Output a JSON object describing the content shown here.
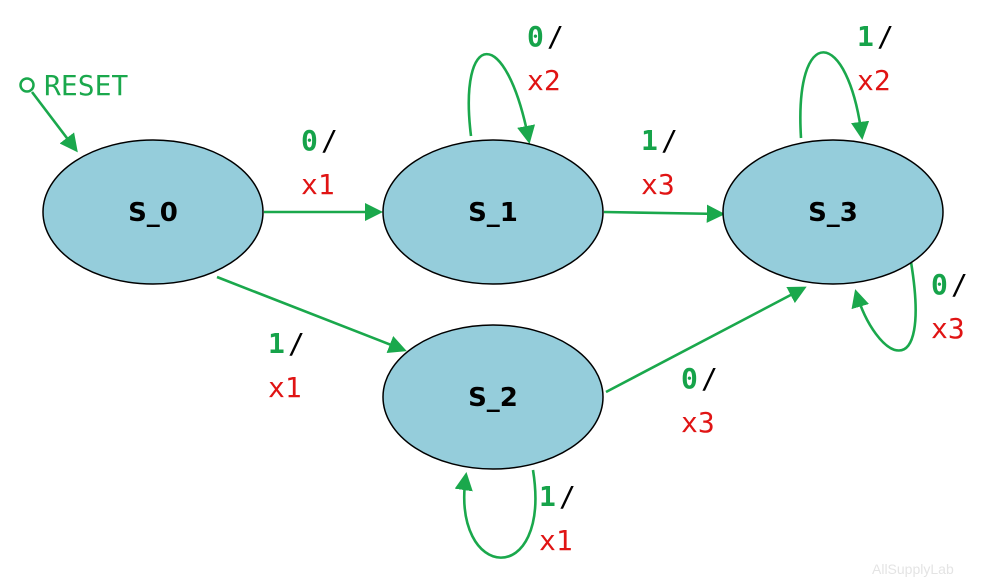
{
  "colors": {
    "state_fill": "#95cddb",
    "edge": "#1aa84c",
    "input": "#16a34a",
    "output": "#e01414"
  },
  "reset": {
    "label": "RESET"
  },
  "states": [
    {
      "id": "s0",
      "label": "S_0"
    },
    {
      "id": "s1",
      "label": "S_1"
    },
    {
      "id": "s2",
      "label": "S_2"
    },
    {
      "id": "s3",
      "label": "S_3"
    }
  ],
  "transitions": [
    {
      "id": "s0-s1",
      "from": "S_0",
      "to": "S_1",
      "input": "0",
      "output": "x1"
    },
    {
      "id": "s0-s2",
      "from": "S_0",
      "to": "S_2",
      "input": "1",
      "output": "x1"
    },
    {
      "id": "s1-s1",
      "from": "S_1",
      "to": "S_1",
      "input": "0",
      "output": "x2"
    },
    {
      "id": "s1-s3",
      "from": "S_1",
      "to": "S_3",
      "input": "1",
      "output": "x3"
    },
    {
      "id": "s2-s2",
      "from": "S_2",
      "to": "S_2",
      "input": "1",
      "output": "x1"
    },
    {
      "id": "s2-s3",
      "from": "S_2",
      "to": "S_3",
      "input": "0",
      "output": "x3"
    },
    {
      "id": "s3-s3-top",
      "from": "S_3",
      "to": "S_3",
      "input": "1",
      "output": "x2"
    },
    {
      "id": "s3-s3-right",
      "from": "S_3",
      "to": "S_3",
      "input": "0",
      "output": "x3"
    }
  ],
  "slash": "/",
  "watermark": "AllSupplyLab"
}
